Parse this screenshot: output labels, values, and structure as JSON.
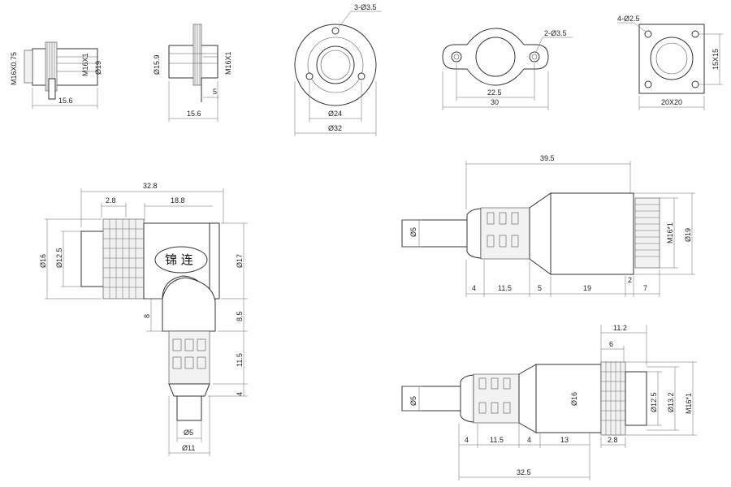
{
  "brand": "锦 连",
  "views": {
    "panel_front_nut": {
      "thread": "M16X0.75",
      "thread2": "M16X1",
      "dia": "Ø19",
      "length": "15.6"
    },
    "panel_rear_nut": {
      "dia": "Ø15.9",
      "thread": "M16X1",
      "pin": "5",
      "length": "15.6"
    },
    "round_flange": {
      "holes": "3-Ø3.5",
      "pcd": "Ø24",
      "outer": "Ø32"
    },
    "oval_flange": {
      "holes": "2-Ø3.5",
      "pitch": "22.5",
      "width": "30"
    },
    "square_flange": {
      "holes": "4-Ø2.5",
      "pitch": "15X15",
      "size": "20X20"
    },
    "right_angle_plug": {
      "total": "32.8",
      "nut": "2.8",
      "body": "18.8",
      "dia_outer": "Ø16",
      "dia_inner": "Ø12.5",
      "dia_body": "Ø17",
      "d8": "8",
      "d85": "8.5",
      "d115": "11.5",
      "d4": "4",
      "cable": "Ø5",
      "boot": "Ø11"
    },
    "straight_plug_male": {
      "total": "39.5",
      "cable": "Ø5",
      "thread": "M16*1",
      "dia": "Ø19",
      "seg": [
        "4",
        "11.5",
        "5",
        "19",
        "2",
        "7"
      ]
    },
    "straight_plug_female": {
      "total": "32.5",
      "nut_len": "11.2",
      "nut_in": "6",
      "cable": "Ø5",
      "body": "Ø16",
      "d125": "Ø12.5",
      "d132": "Ø13.2",
      "thread": "M16*1",
      "seg": [
        "4",
        "11.5",
        "4",
        "13",
        "2.8"
      ]
    }
  }
}
